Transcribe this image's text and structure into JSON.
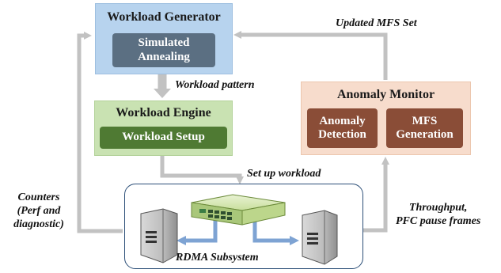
{
  "workload_generator": {
    "title": "Workload Generator",
    "inner": "Simulated Annealing"
  },
  "workload_engine": {
    "title": "Workload Engine",
    "inner": "Workload Setup"
  },
  "anomaly_monitor": {
    "title": "Anomaly Monitor",
    "detection": "Anomaly Detection",
    "mfs_generation": "MFS Generation"
  },
  "rdma_subsystem": {
    "label": "RDMA Subsystem"
  },
  "edges": {
    "updated_mfs": "Updated MFS Set",
    "workload_pattern": "Workload pattern",
    "set_up_workload": "Set up workload",
    "counters_line1": "Counters",
    "counters_line2": "(Perf and",
    "counters_line3": "diagnostic)",
    "throughput_line1": "Throughput,",
    "throughput_line2": "PFC pause frames"
  },
  "colors": {
    "arrow": "#c2c2c2",
    "generator_fill": "#b7d3ee",
    "generator_inner": "#5b6f82",
    "engine_fill": "#c9e2b2",
    "engine_inner": "#4f7a33",
    "monitor_fill": "#f7dccc",
    "monitor_inner": "#8a4d37",
    "rdma_border": "#2c4f78",
    "link_arrow": "#7ea3d3"
  }
}
